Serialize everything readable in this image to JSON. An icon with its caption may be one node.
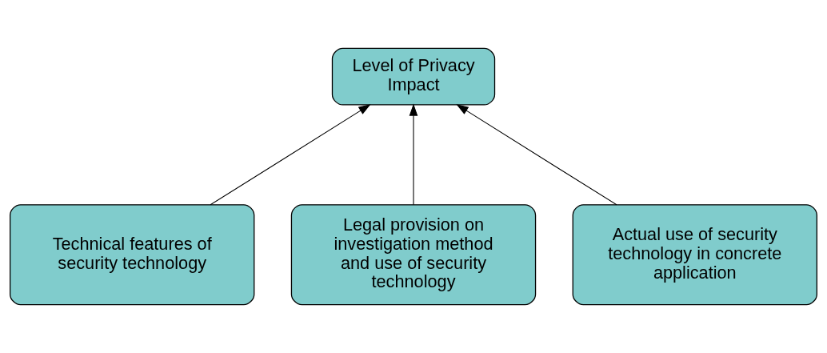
{
  "diagram": {
    "nodes": [
      {
        "text": [
          "Level of Privacy Impact"
        ]
      },
      {
        "text": [
          "Technical features of security technology"
        ]
      },
      {
        "text": [
          "Legal provision on investigation method and use of security technology"
        ]
      },
      {
        "text": [
          "Actual use of security technology in concrete application"
        ]
      }
    ],
    "edges": [
      {
        "from": 1,
        "to": 0,
        "arrow": "to"
      },
      {
        "from": 2,
        "to": 0,
        "arrow": "to"
      },
      {
        "from": 3,
        "to": 0,
        "arrow": "to"
      }
    ]
  }
}
